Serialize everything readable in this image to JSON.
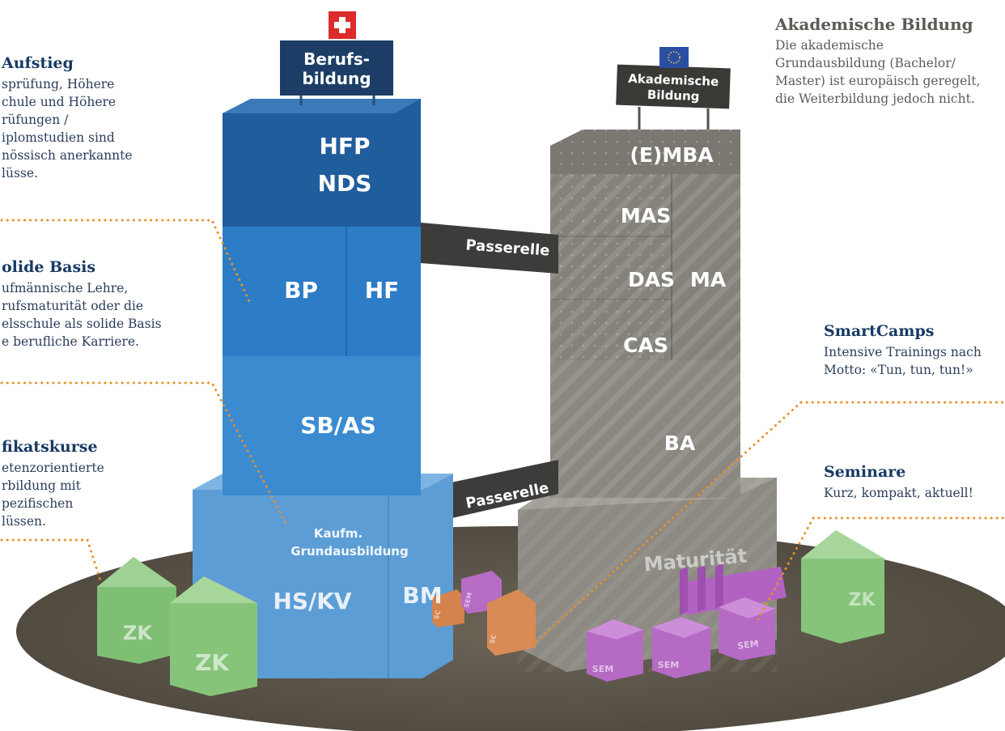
{
  "annotations": {
    "aufstieg": {
      "title": "Aufstieg",
      "lines": [
        "sprüfung, Höhere",
        "chule und Höhere",
        "rüfungen /",
        "iplomstudien sind",
        "nössisch anerkannte",
        "lüsse."
      ]
    },
    "solide_basis": {
      "title": "olide Basis",
      "lines": [
        "ufmännische Lehre,",
        "rufsmaturität oder die",
        "elsschule als solide Basis",
        "e berufliche Karriere."
      ]
    },
    "zertifikatskurse": {
      "title": "fikatskurse",
      "lines": [
        "etenzorientierte",
        "rbildung mit",
        "pezifischen",
        "lüssen."
      ]
    },
    "akademische_bildung": {
      "title": "Akademische Bildung",
      "lines": [
        "Die akademische",
        "Grundausbildung (Bachelor/",
        "Master) ist europäisch geregelt,",
        "die Weiterbildung jedoch nicht."
      ]
    },
    "smartcamps": {
      "title": "SmartCamps",
      "lines": [
        "Intensive Trainings nach",
        "Motto: «Tun, tun, tun!»"
      ]
    },
    "seminare": {
      "title": "Seminare",
      "lines": [
        "Kurz, kompakt, aktuell!"
      ]
    }
  },
  "signs": {
    "berufsbildung": [
      "Berufs-",
      "bildung"
    ],
    "akademische": [
      "Akademische",
      "Bildung"
    ]
  },
  "blocks": {
    "hfp": "HFP",
    "nds": "NDS",
    "bp": "BP",
    "hf": "HF",
    "sbas": "SB/AS",
    "kaufm": [
      "Kaufm.",
      "Grundausbildung"
    ],
    "hskv": "HS/KV",
    "bm": "BM",
    "emba": "(E)MBA",
    "mas": "MAS",
    "das": "DAS",
    "cas": "CAS",
    "ma": "MA",
    "ba": "BA",
    "maturitaet": "Maturität"
  },
  "bridges": {
    "upper": "Passerelle",
    "lower": "Passerelle"
  },
  "small_blocks": {
    "zk": "ZK",
    "sem": "SEM",
    "sc": "SC"
  },
  "colors": {
    "blue_top": "#1e5a99",
    "blue_mid": "#2c7bc6",
    "blue_low": "#3b8bd0",
    "blue_base": "#5a9fd8",
    "grey": "#86847c",
    "bridge": "#3d3c3a",
    "ground": "#5b5448",
    "zk_green": "#86c47a",
    "sem_purple": "#b56ac4",
    "sc_orange": "#d88b55",
    "dots": "#e8902c"
  }
}
